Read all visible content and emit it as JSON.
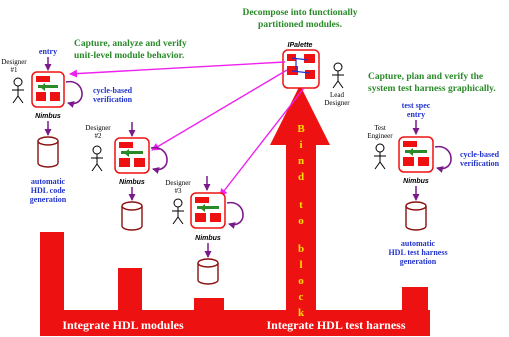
{
  "colors": {
    "red": "#ee1111",
    "green": "#2a8a2a",
    "blue": "#2233cc",
    "magenta": "#ee22ee",
    "purple": "#7a1a8a",
    "band_text": "#ffffff",
    "arrow_text": "#ffe000"
  },
  "heading_left": [
    "Capture, analyze and verify",
    "unit-level module behavior."
  ],
  "heading_top": [
    "Decompose into functionally",
    "partitioned modules."
  ],
  "heading_right": [
    "Capture, plan and verify the",
    "system test harness graphically."
  ],
  "ipalette_label": "IPalette",
  "lead_designer": [
    "Lead",
    "Designer"
  ],
  "designer1": [
    "Designer",
    "#1"
  ],
  "designer2": [
    "Designer",
    "#2"
  ],
  "designer3": [
    "Designer",
    "#3"
  ],
  "test_engineer": [
    "Test",
    "Engineer"
  ],
  "entry_label": "entry",
  "test_spec_entry": [
    "test spec",
    "entry"
  ],
  "cycle_based_verification": [
    "cycle-based",
    "verification"
  ],
  "nimbus_label": "Nimbus",
  "auto_hdl_code": [
    "automatic",
    "HDL code",
    "generation"
  ],
  "auto_hdl_test": [
    "automatic",
    "HDL test harness",
    "generation"
  ],
  "bind_to_block_letters": [
    "B",
    "i",
    "n",
    "d",
    "t",
    "o",
    "b",
    "l",
    "o",
    "c",
    "k"
  ],
  "band_left_label": "Integrate HDL modules",
  "band_right_label": "Integrate HDL test harness"
}
